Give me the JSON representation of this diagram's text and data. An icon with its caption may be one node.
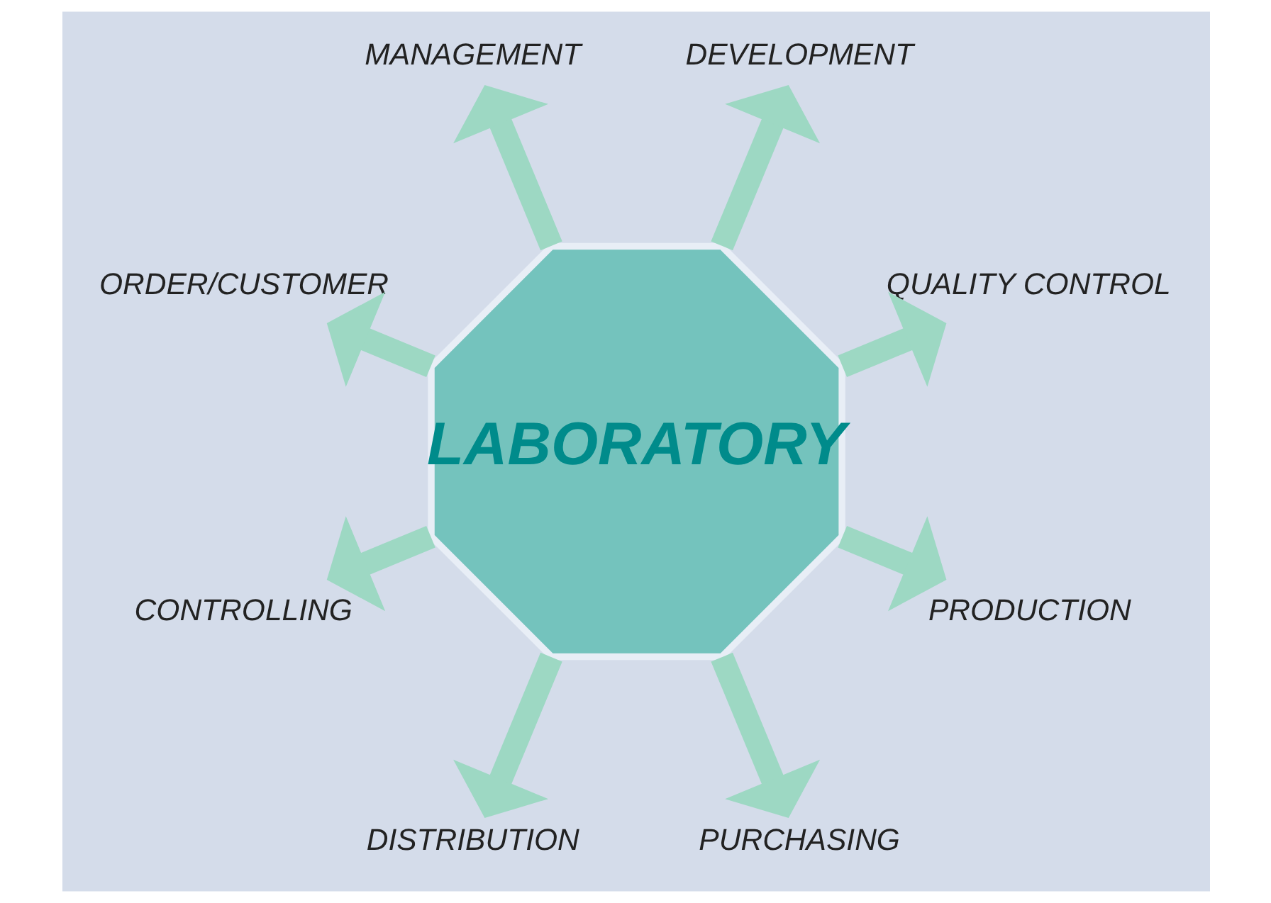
{
  "diagram": {
    "nodes": [
      {
        "text": [
          "LABORATORY"
        ]
      },
      {
        "text": [
          "QUALITY CONTROL"
        ]
      },
      {
        "text": [
          "DEVELOPMENT"
        ]
      },
      {
        "text": [
          "MANAGEMENT"
        ]
      },
      {
        "text": [
          "ORDER/CUSTOMER"
        ]
      },
      {
        "text": [
          "CONTROLLING"
        ]
      },
      {
        "text": [
          "DISTRIBUTION"
        ]
      },
      {
        "text": [
          "PURCHASING"
        ]
      },
      {
        "text": [
          "PRODUCTION"
        ]
      }
    ],
    "edges": [
      {
        "from": 0,
        "to": 1,
        "arrow": "to"
      },
      {
        "from": 0,
        "to": 2,
        "arrow": "to"
      },
      {
        "from": 0,
        "to": 3,
        "arrow": "to"
      },
      {
        "from": 0,
        "to": 4,
        "arrow": "to"
      },
      {
        "from": 0,
        "to": 5,
        "arrow": "to"
      },
      {
        "from": 0,
        "to": 6,
        "arrow": "to"
      },
      {
        "from": 0,
        "to": 7,
        "arrow": "to"
      },
      {
        "from": 0,
        "to": 8,
        "arrow": "to"
      }
    ]
  }
}
